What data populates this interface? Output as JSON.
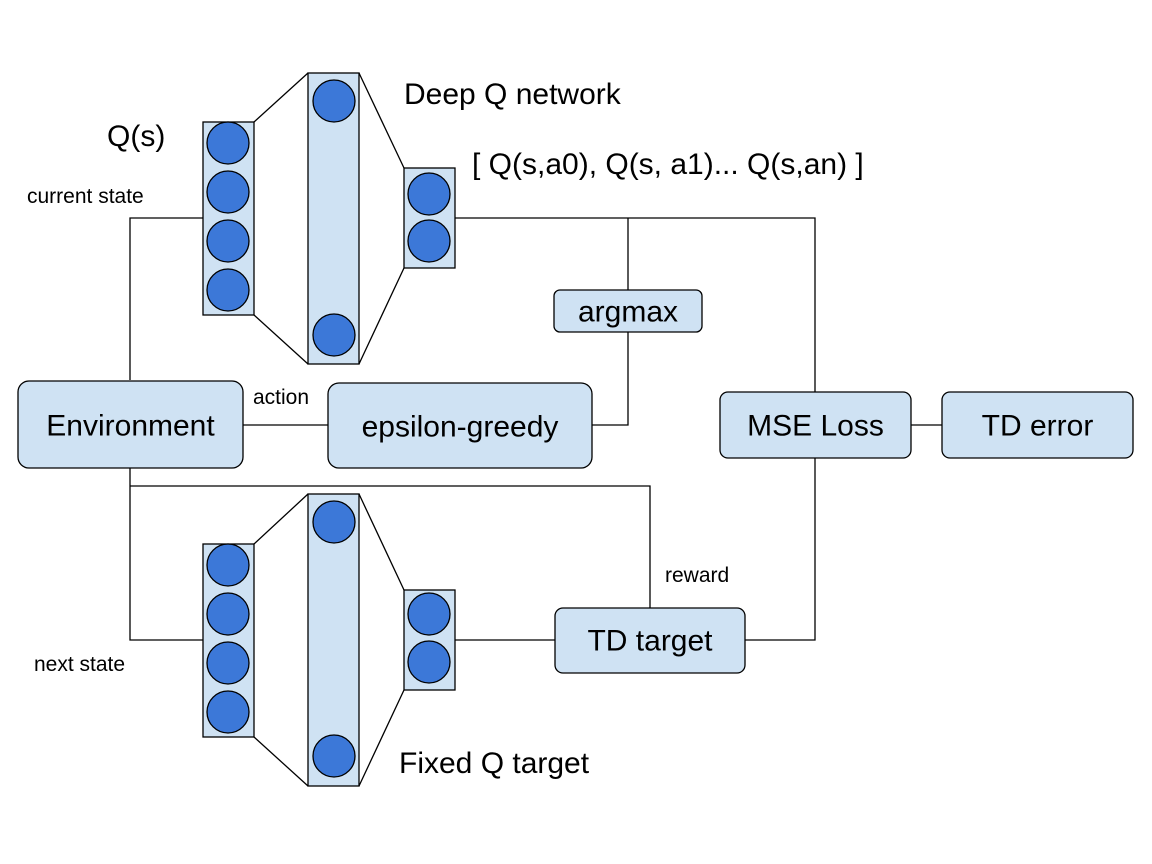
{
  "boxes": {
    "environment": "Environment",
    "epsilon_greedy": "epsilon-greedy",
    "argmax": "argmax",
    "mse_loss": "MSE Loss",
    "td_error": "TD error",
    "td_target": "TD target"
  },
  "labels": {
    "deep_q_network": "Deep Q network",
    "fixed_q_target": "Fixed Q target",
    "q_of_s": "Q(s)",
    "q_values": "[ Q(s,a0), Q(s, a1)... Q(s,an) ]",
    "current_state": "current state",
    "next_state": "next state",
    "action": "action",
    "reward": "reward"
  },
  "colors": {
    "box_fill": "#cfe2f3",
    "neuron_fill": "#3c78d8",
    "stroke": "#000000"
  }
}
